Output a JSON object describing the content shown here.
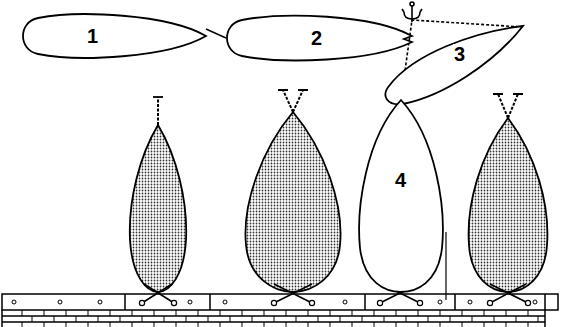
{
  "diagram": {
    "nodes": [
      {
        "text": [
          "1"
        ]
      },
      {
        "text": [
          "2"
        ]
      },
      {
        "text": [
          "3"
        ]
      },
      {
        "text": [
          "4"
        ]
      }
    ],
    "edges": [
      {
        "from": 3,
        "to": 2,
        "arrow": "none"
      }
    ]
  }
}
